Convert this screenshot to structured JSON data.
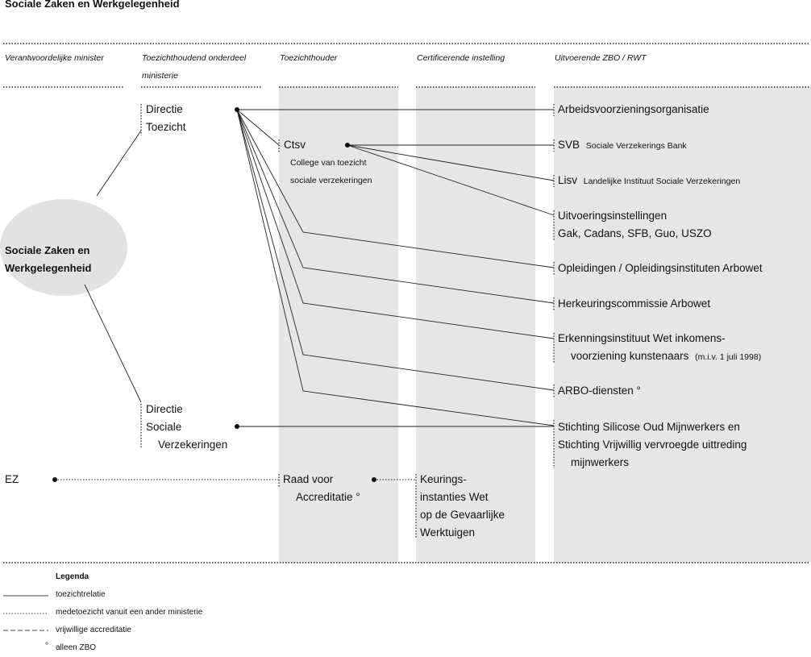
{
  "title": "Sociale Zaken en Werkgelegenheid",
  "columns": {
    "col1": "Verantwoordelijke minister",
    "col2_line1": "Toezichthoudend onderdeel",
    "col2_line2": "ministerie",
    "col3": "Toezichthouder",
    "col4": "Certificerende instelling",
    "col5": "Uitvoerende ZBO / RWT"
  },
  "ministry": {
    "line1": "Sociale Zaken en",
    "line2": "Werkgelegenheid"
  },
  "directies": {
    "toezicht": {
      "line1": "Directie",
      "line2": "Toezicht"
    },
    "sociale_verzekeringen": {
      "line1": "Directie",
      "line2": "Sociale",
      "line3": "Verzekeringen"
    }
  },
  "ctsv": {
    "abbr": "Ctsv",
    "line1": "College van toezicht",
    "line2": "sociale verzekeringen"
  },
  "ez": "EZ",
  "raad": {
    "line1": "Raad voor",
    "line2": "Accreditatie °"
  },
  "keurings": {
    "line1": "Keurings-",
    "line2": "instanties Wet",
    "line3": "op de Gevaarlijke",
    "line4": "Werktuigen"
  },
  "organizations": {
    "avo": "Arbeidsvoorzieningsorganisatie",
    "svb_abbr": "SVB",
    "svb_full": "Sociale Verzekerings Bank",
    "lisv_abbr": "Lisv",
    "lisv_full": "Landelijke Instituut Sociale Verzekeringen",
    "uitv_line1": "Uitvoeringsinstellingen",
    "uitv_line2": "Gak, Cadans, SFB, Guo, USZO",
    "opleidingen": "Opleidingen / Opleidingsinstituten Arbowet",
    "herkeuring": "Herkeuringscommissie Arbowet",
    "erkenning_line1": "Erkenningsinstituut Wet inkomens-",
    "erkenning_line2": "voorziening kunstenaars",
    "erkenning_note": "(m.i.v. 1 juli 1998)",
    "arbo": "ARBO-diensten °",
    "stichting_line1": "Stichting Silicose Oud Mijnwerkers en",
    "stichting_line2": "Stichting Vrijwillig vervroegde uittreding",
    "stichting_line3": "mijnwerkers"
  },
  "legend": {
    "title": "Legenda",
    "items": [
      {
        "style": "solid",
        "label": "toezichtrelatie"
      },
      {
        "style": "dotted",
        "label": "medetoezicht vanuit een ander ministerie"
      },
      {
        "style": "dashed",
        "label": "vrijwillige accreditatie"
      },
      {
        "style": "degree",
        "label": "alleen ZBO"
      }
    ]
  },
  "colors": {
    "band": "#e6e6e6",
    "ellipse": "#e2e2e2",
    "line": "#222222"
  }
}
